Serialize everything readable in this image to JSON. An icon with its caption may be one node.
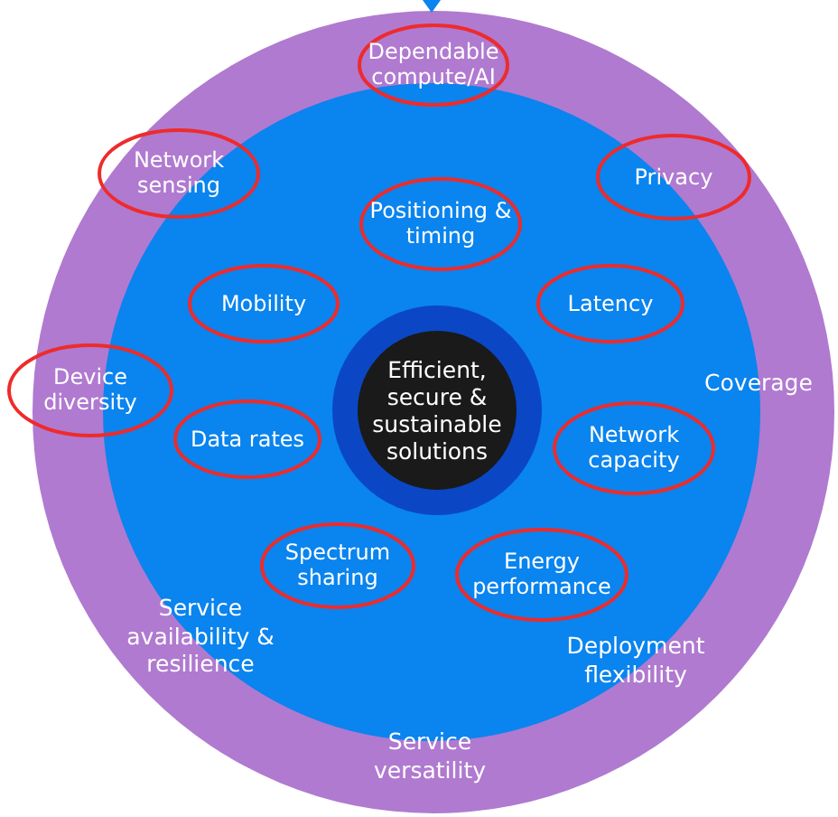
{
  "diagram": {
    "nodes": [
      {
        "text": [],
        "shape": "circle"
      },
      {
        "text": [],
        "shape": "circle",
        "in": 0
      },
      {
        "text": [],
        "shape": "circle",
        "in": 1
      },
      {
        "text": [
          "Efficient, secure & sustainable solutions"
        ],
        "in": 2
      },
      {
        "text": [
          "Dependable compute/AI"
        ],
        "in": 0
      },
      {
        "text": [
          "Network sensing"
        ],
        "in": 0
      },
      {
        "text": [
          "Privacy"
        ],
        "in": 0
      },
      {
        "text": [
          "Positioning & timing"
        ],
        "in": 1
      },
      {
        "text": [
          "Mobility"
        ],
        "in": 1
      },
      {
        "text": [
          "Latency"
        ],
        "in": 1
      },
      {
        "text": [
          "Device diversity"
        ]
      },
      {
        "text": [
          "Data rates"
        ],
        "in": 1
      },
      {
        "text": [
          "Network capacity"
        ],
        "in": 1
      },
      {
        "text": [
          "Spectrum sharing"
        ],
        "in": 1
      },
      {
        "text": [
          "Energy performance"
        ],
        "in": 1
      }
    ],
    "labels": [
      "Coverage",
      "Service availability & resilience",
      "Deployment flexibility",
      "Service versatility"
    ]
  }
}
